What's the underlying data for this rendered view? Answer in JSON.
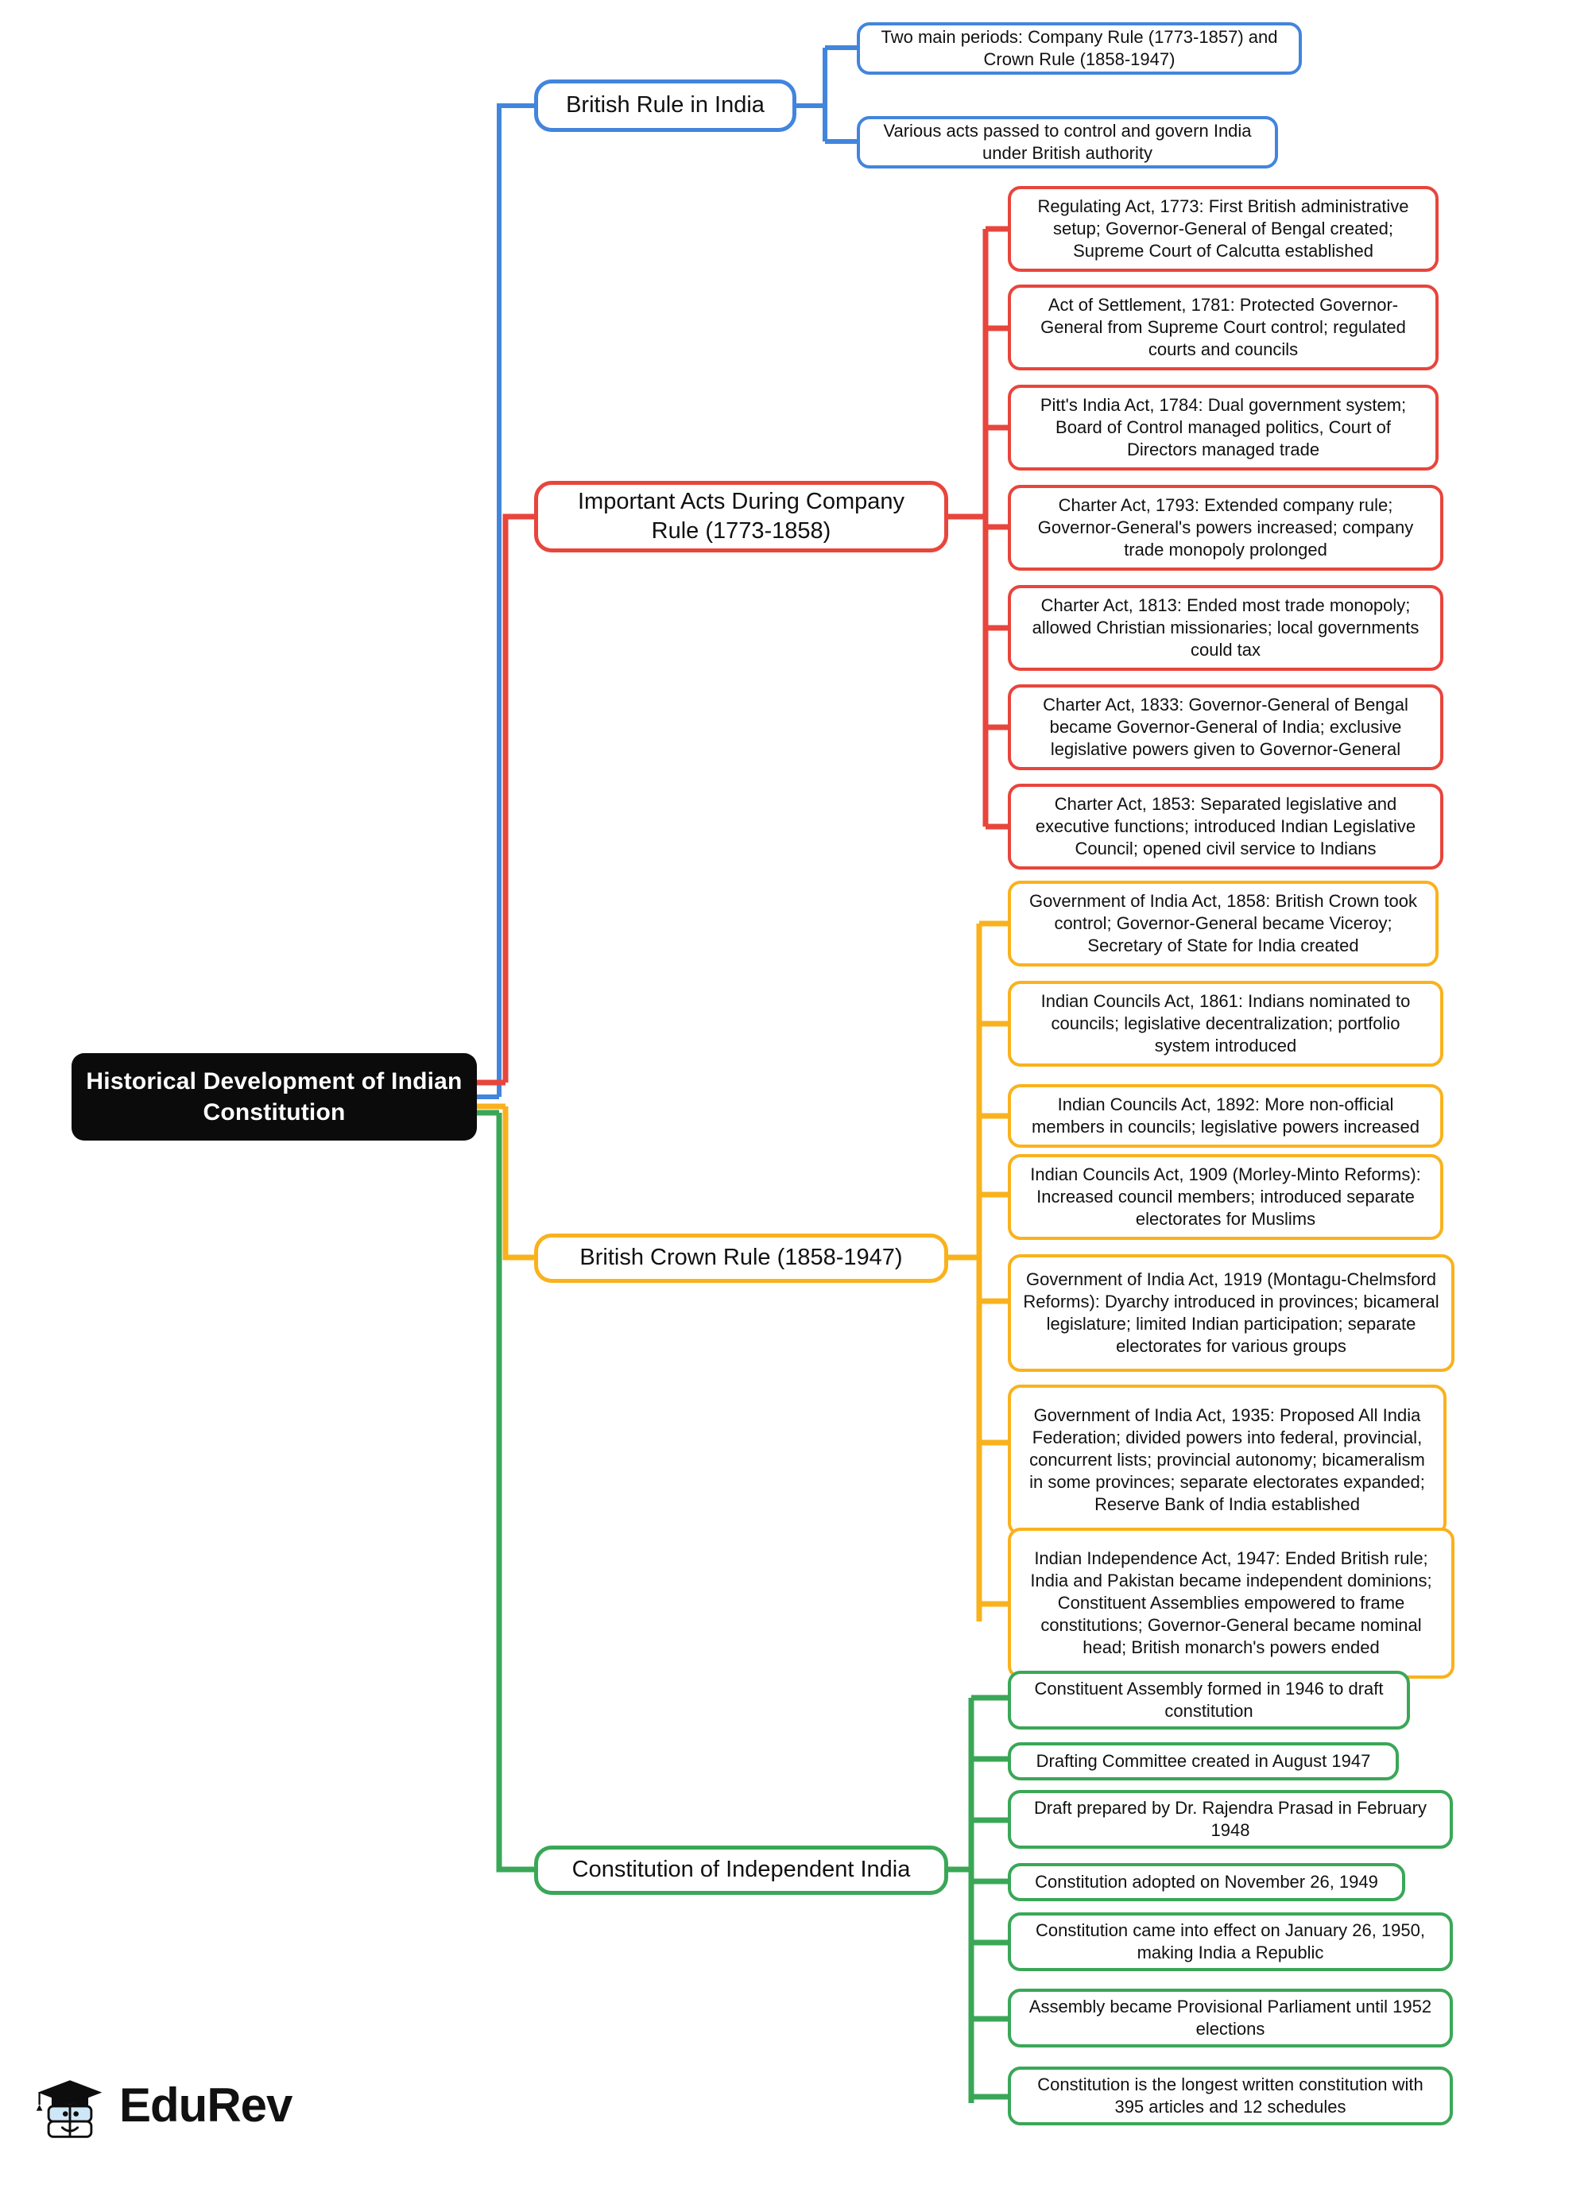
{
  "diagram": {
    "type": "mindmap",
    "title": "Historical Development of Indian Constitution",
    "orientation": "left-to-right",
    "colors": {
      "root_background": "#0b0b0b",
      "root_text": "#ffffff",
      "branch_blue": "#4285dd",
      "branch_red": "#e8453c",
      "branch_yellow": "#f9b21d",
      "branch_green": "#3aa757",
      "canvas_background": "#ffffff",
      "node_text": "#111111"
    }
  },
  "root": {
    "label": "Historical Development of Indian Constitution"
  },
  "branches": [
    {
      "id": "british-rule-in-india",
      "label": "British Rule in India",
      "color": "#4285dd",
      "leaves": [
        {
          "label": "Two main periods: Company Rule (1773-1857) and Crown Rule (1858-1947)"
        },
        {
          "label": "Various acts passed to control and govern India under British authority"
        }
      ]
    },
    {
      "id": "important-acts-during-company-rule",
      "label": "Important Acts During Company Rule (1773-1858)",
      "color": "#e8453c",
      "leaves": [
        {
          "label": "Regulating Act, 1773: First British administrative setup; Governor-General of Bengal created; Supreme Court of Calcutta established"
        },
        {
          "label": "Act of Settlement, 1781: Protected Governor-General from Supreme Court control; regulated courts and councils"
        },
        {
          "label": "Pitt's India Act, 1784: Dual government system; Board of Control managed politics, Court of Directors managed trade"
        },
        {
          "label": "Charter Act, 1793: Extended company rule; Governor-General's powers increased; company trade monopoly prolonged"
        },
        {
          "label": "Charter Act, 1813: Ended most trade monopoly; allowed Christian missionaries; local governments could tax"
        },
        {
          "label": "Charter Act, 1833: Governor-General of Bengal became Governor-General of India; exclusive legislative powers given to Governor-General"
        },
        {
          "label": "Charter Act, 1853: Separated legislative and executive functions; introduced Indian Legislative Council; opened civil service to Indians"
        }
      ]
    },
    {
      "id": "british-crown-rule",
      "label": "British Crown Rule (1858-1947)",
      "color": "#f9b21d",
      "leaves": [
        {
          "label": "Government of India Act, 1858: British Crown took control; Governor-General became Viceroy; Secretary of State for India created"
        },
        {
          "label": "Indian Councils Act, 1861: Indians nominated to councils; legislative decentralization; portfolio system introduced"
        },
        {
          "label": "Indian Councils Act, 1892: More non-official members in councils; legislative powers increased"
        },
        {
          "label": "Indian Councils Act, 1909 (Morley-Minto Reforms): Increased council members; introduced separate electorates for Muslims"
        },
        {
          "label": "Government of India Act, 1919 (Montagu-Chelmsford Reforms): Dyarchy introduced in provinces; bicameral legislature; limited Indian participation; separate electorates for various groups"
        },
        {
          "label": "Government of India Act, 1935: Proposed All India Federation; divided powers into federal, provincial, concurrent lists; provincial autonomy; bicameralism in some provinces; separate electorates expanded; Reserve Bank of India established"
        },
        {
          "label": "Indian Independence Act, 1947: Ended British rule; India and Pakistan became independent dominions; Constituent Assemblies empowered to frame constitutions; Governor-General became nominal head; British monarch's powers ended"
        }
      ]
    },
    {
      "id": "constitution-of-independent-india",
      "label": "Constitution of Independent India",
      "color": "#3aa757",
      "leaves": [
        {
          "label": "Constituent Assembly formed in 1946 to draft constitution"
        },
        {
          "label": "Drafting Committee created in August 1947"
        },
        {
          "label": "Draft prepared by Dr. Rajendra Prasad in February 1948"
        },
        {
          "label": "Constitution adopted on November 26, 1949"
        },
        {
          "label": "Constitution came into effect on January 26, 1950, making India a Republic"
        },
        {
          "label": "Assembly became Provisional Parliament until 1952 elections"
        },
        {
          "label": "Constitution is the longest written constitution with 395 articles and 12 schedules"
        }
      ]
    }
  ],
  "footer": {
    "logo_wordmark": "EduRev",
    "logo_icon": "graduation-cap-book-mascot-icon"
  }
}
